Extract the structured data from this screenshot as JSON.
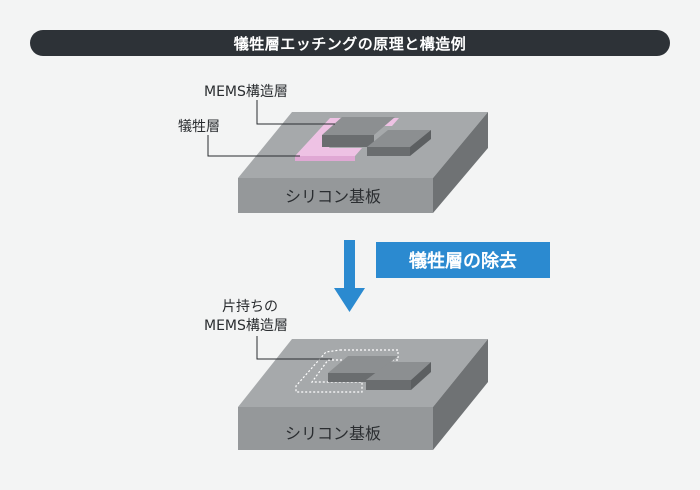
{
  "title": "犠牲層エッチングの原理と構造例",
  "before": {
    "mems_label": "MEMS構造層",
    "sacrificial_label": "犠牲層",
    "substrate_label": "シリコン基板"
  },
  "process_step": "犠牲層の除去",
  "after": {
    "cantilever_label_line1": "片持ちの",
    "cantilever_label_line2": "MEMS構造層",
    "substrate_label": "シリコン基板"
  },
  "colors": {
    "title_bg": "#2d3237",
    "accent_blue": "#2b8ad0",
    "sacrificial_pink": "#e8b3dc",
    "substrate_top": "#a6a9ab",
    "substrate_front": "#95989a",
    "substrate_side": "#6f7274",
    "mems_top": "#8c8f91",
    "mems_front": "#6a6d6f",
    "background": "#f3f4f4"
  }
}
